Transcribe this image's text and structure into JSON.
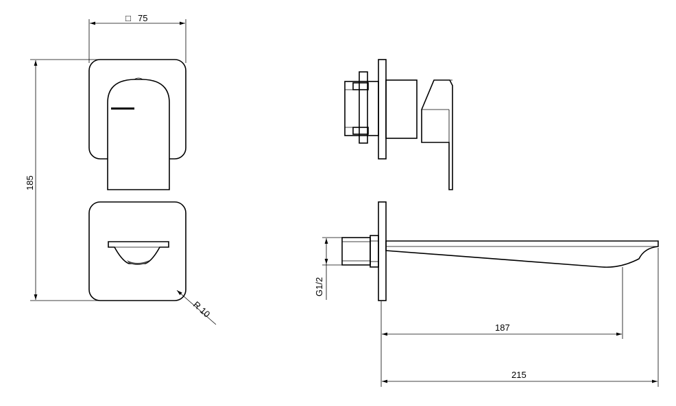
{
  "dimensions": {
    "square_symbol": "□",
    "width": "75",
    "height": "185",
    "radius": "R 10",
    "thread": "G1/2",
    "projection_short": "187",
    "projection_total": "215"
  },
  "handle_logo_text": "▬▬▬▬"
}
